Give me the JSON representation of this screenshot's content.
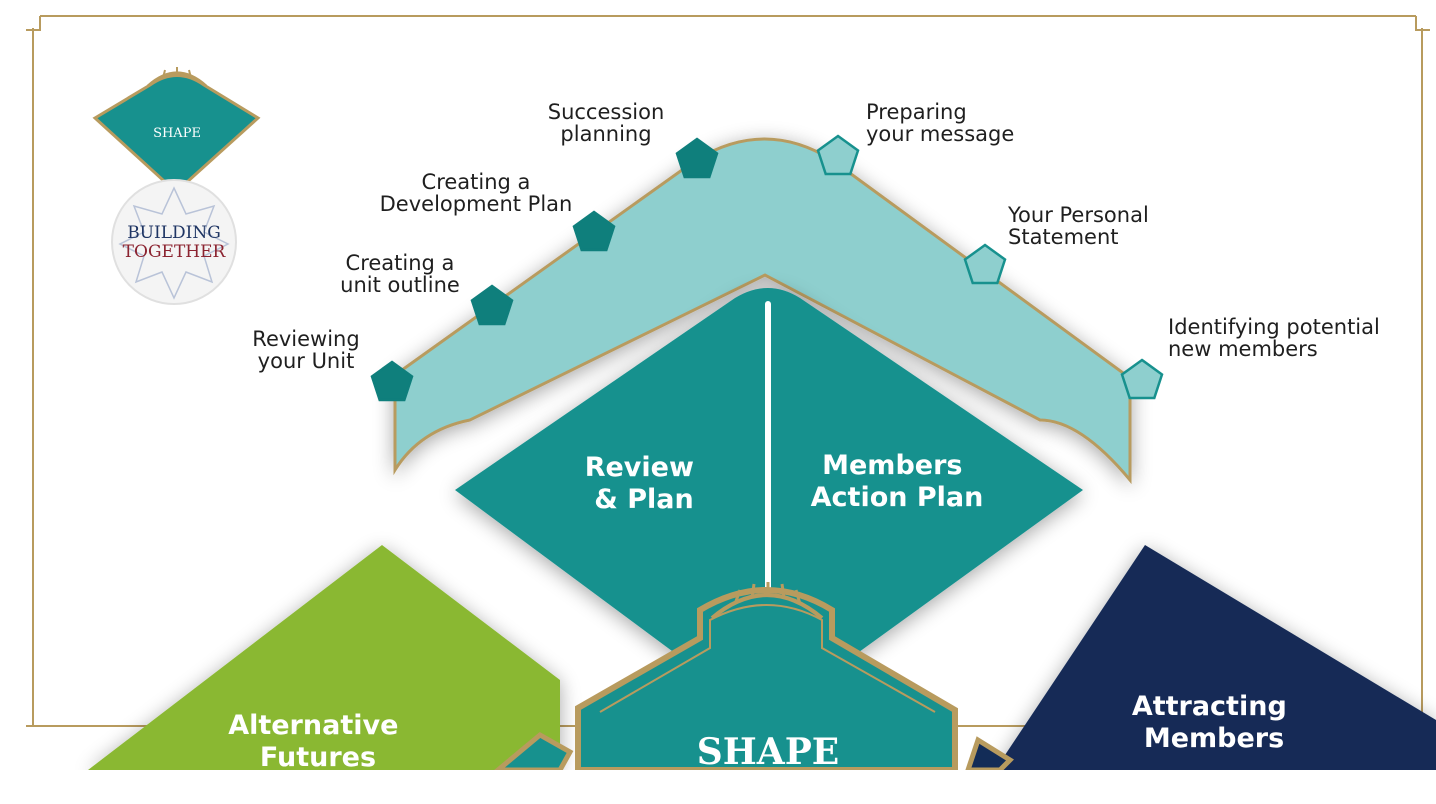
{
  "badge": {
    "shape_label": "SHAPE",
    "logo_line1": "BUILDING",
    "logo_line2": "TOGETHER"
  },
  "steps": [
    {
      "id": "reviewing",
      "lines": [
        "Reviewing",
        "your Unit"
      ],
      "status": "filled"
    },
    {
      "id": "unit-outline",
      "lines": [
        "Creating a",
        "unit outline"
      ],
      "status": "filled"
    },
    {
      "id": "development-plan",
      "lines": [
        "Creating a",
        "Development Plan"
      ],
      "status": "filled"
    },
    {
      "id": "succession",
      "lines": [
        "Succession",
        "planning"
      ],
      "status": "filled"
    },
    {
      "id": "message",
      "lines": [
        "Preparing",
        "your message"
      ],
      "status": "outline"
    },
    {
      "id": "personal-statement",
      "lines": [
        "Your Personal",
        "Statement"
      ],
      "status": "outline"
    },
    {
      "id": "new-members",
      "lines": [
        "Identifying potential",
        "new members"
      ],
      "status": "outline"
    }
  ],
  "sections": {
    "review_plan": [
      "Review",
      "& Plan"
    ],
    "members_action_plan": [
      "Members",
      "Action Plan"
    ],
    "alternative_futures": [
      "Alternative",
      "Futures"
    ],
    "attracting_members": [
      "Attracting",
      "Members"
    ],
    "center": "SHAPE"
  },
  "colors": {
    "teal": "#17918e",
    "teal_dark": "#0f7f7c",
    "teal_light": "#8ecfce",
    "gold": "#b89b5e",
    "green": "#8ab833",
    "navy": "#132c57",
    "maroon": "#8b2330",
    "navy_text": "#1f3563"
  }
}
